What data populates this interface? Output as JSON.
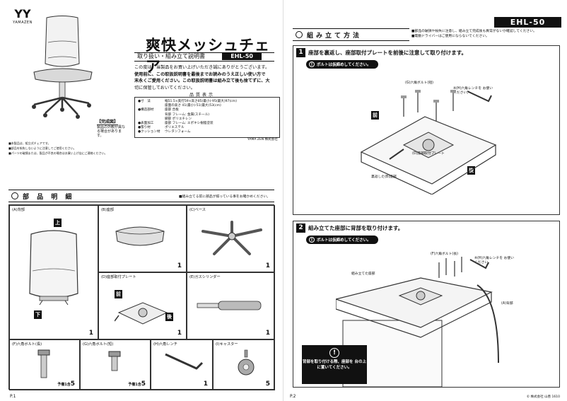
{
  "p1": {
    "logo": {
      "mark": "YY",
      "name": "YAMAZEN"
    },
    "title": "爽快メッシュチェア",
    "subtitle": "取り扱い・組み立て説明書",
    "model": "EHL-50",
    "intro_1": "この度は、当製品をお買い上げいただき誠にありがとうございます。",
    "intro_2": "使用前に、この取扱説明書を最後までお読みのうえ正しい使い方で",
    "intro_3": "末永くご愛用ください。この取扱説明書は組み立て後も捨てずに、大",
    "intro_4": "切に保管しておいてください。",
    "spec_title": "品質表示",
    "specs": [
      {
        "k": "●寸　法",
        "v": "幅51.5×奥行59×高さ85(最小)-95(最大)97(cm)"
      },
      {
        "k": "",
        "v": "座面の高さ 41(最小)-51(最大)53(cm)"
      },
      {
        "k": "●構造部材",
        "v": "座部 合板"
      },
      {
        "k": "",
        "v": "背部 フレーム: 金属(スチール)"
      },
      {
        "k": "",
        "v": "脚部 ポリエチレン"
      },
      {
        "k": "●表面加工",
        "v": "座部 フレーム: エポキシ樹脂塗装"
      },
      {
        "k": "●張り材",
        "v": "ポリエステル"
      },
      {
        "k": "●クッション材",
        "v": "ウレタンフォーム"
      }
    ],
    "spec_code": "YAMA ZEN 株式会社",
    "kansei_h": "【完成図】",
    "kansei_t": "製品の外観が異なる場合があります。",
    "notes": [
      "■本製品は、組立式チェアです。",
      "■部品を紛失しないように注意してご使用ください。",
      "■パーツの破損または、製品が不良の場合はお買い上げ店にご連絡ください。"
    ],
    "parts_title": "部 品 明 細",
    "parts_note": "■組み立てる前に部品が揃っている事をお確かめください。",
    "parts": {
      "a": {
        "label": "(A)背部",
        "qty": "1",
        "top": "上",
        "bottom": "下"
      },
      "b": {
        "label": "(B)座部",
        "qty": "1"
      },
      "c": {
        "label": "(C)ベース",
        "qty": "1"
      },
      "d": {
        "label": "(D)座部取付プレート",
        "qty": "1",
        "front": "前",
        "back": "後"
      },
      "e": {
        "label": "(E)ガスシリンダー",
        "qty": "1"
      },
      "f": {
        "label": "(F)六角ボルト(長)",
        "qty_pre": "予備1含",
        "qty": "5"
      },
      "g": {
        "label": "(G)六角ボルト(短)",
        "qty_pre": "予備1含",
        "qty": "5"
      },
      "h": {
        "label": "(H)六角レンチ",
        "qty": "1"
      },
      "i": {
        "label": "(I)キャスター",
        "qty": "5"
      }
    },
    "page": "P.1"
  },
  "p2": {
    "model": "EHL-50",
    "section_title": "組み立て方法",
    "notes": [
      "■部品の破損や紛失に注意し、組み立て完成後も異常がないか確認してください。",
      "■電動ドライバーはご使用にならないでください。"
    ],
    "step1": {
      "num": "1",
      "title": "座部を裏返し、座部取付プレートを前後に注意して取り付けます。",
      "warn": "ボルトは仮締めしてください。",
      "bolt_label": "(G)六角ボルト(短)",
      "wrench_label": "※(H)六角レンチを お使いください。",
      "front": "前",
      "back": "後",
      "plate_label": "(D)座部取付プレート",
      "seat_label": "裏返した(B)座部"
    },
    "step2": {
      "num": "2",
      "title": "組み立てた座部に背部を取り付けます。",
      "warn": "ボルトは仮締めしてください。",
      "bolt_label": "(F)六角ボルト(長)",
      "wrench_label": "※(H)六角レンチを お使いください。",
      "seat_label": "組み立てた座部",
      "back_label": "(A)背部",
      "caution": "背部を取り付ける際、座部を 台の上に置いてください。"
    },
    "page": "P.2",
    "footer": "© 株式会社 山善 1610"
  }
}
